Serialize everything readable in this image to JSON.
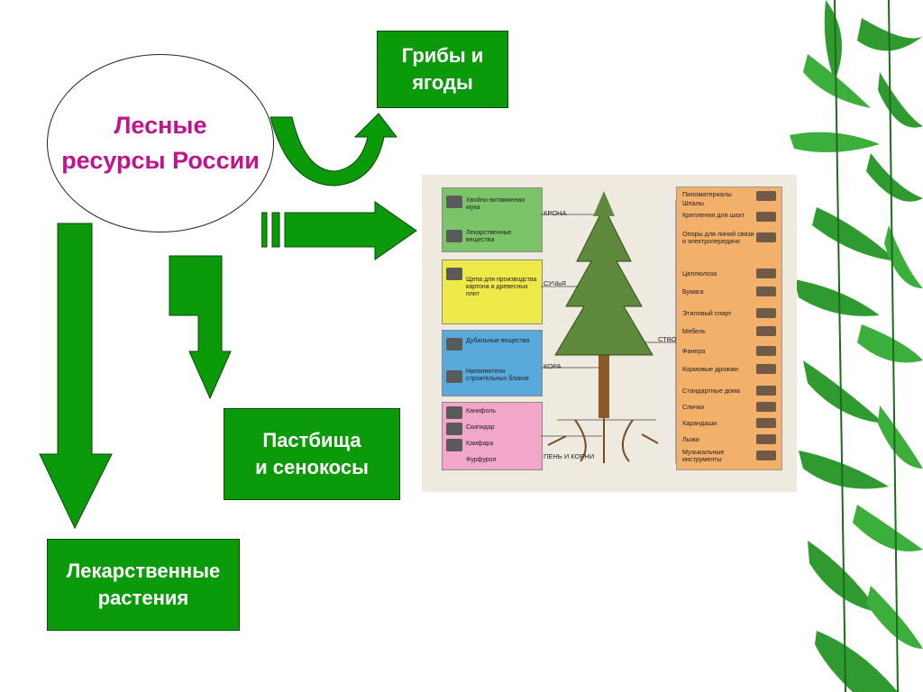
{
  "oval": {
    "line1": "Лесные",
    "line2": "ресурсы России"
  },
  "boxes": {
    "mushrooms": {
      "line1": "Грибы и",
      "line2": "ягоды"
    },
    "pastures": {
      "line1": "Пастбища",
      "line2": "и сенокосы"
    },
    "medicinal": {
      "line1": "Лекарственные",
      "line2": "растения"
    }
  },
  "colors": {
    "box_green": "#0a9a0a",
    "oval_text": "#c0148c",
    "panel_green": "#7cc46a",
    "panel_yellow": "#eeea4a",
    "panel_blue": "#5aa9dd",
    "panel_pink": "#f2a6c8",
    "panel_orange": "#f3b06a"
  },
  "tree_parts": [
    "КРОНА",
    "СУЧЬЯ",
    "СТВОЛ",
    "КОРА",
    "ПЕНЬ И КОРНИ"
  ],
  "categories": {
    "green": [
      "Хвойно-витаминная мука",
      "Лекарственные вещества"
    ],
    "yellow": [
      "Щепа для производства картона и древесных плит"
    ],
    "blue": [
      "Дубильные вещества",
      "Наполнители строительных блоков"
    ],
    "pink": [
      "Канифоль",
      "Скипидар",
      "Камфара",
      "Фурфурол"
    ]
  },
  "products": [
    "Пиломатериалы",
    "Шпалы",
    "Крепления для шахт",
    "Опоры для линий связи и электропередачи",
    "Целлюлоза",
    "Бумага",
    "Этиловый спирт",
    "Мебель",
    "Фанера",
    "Кормовые дрожжи",
    "Стандартные дома",
    "Спички",
    "Карандаши",
    "Лыжи",
    "Музыкальные инструменты"
  ]
}
